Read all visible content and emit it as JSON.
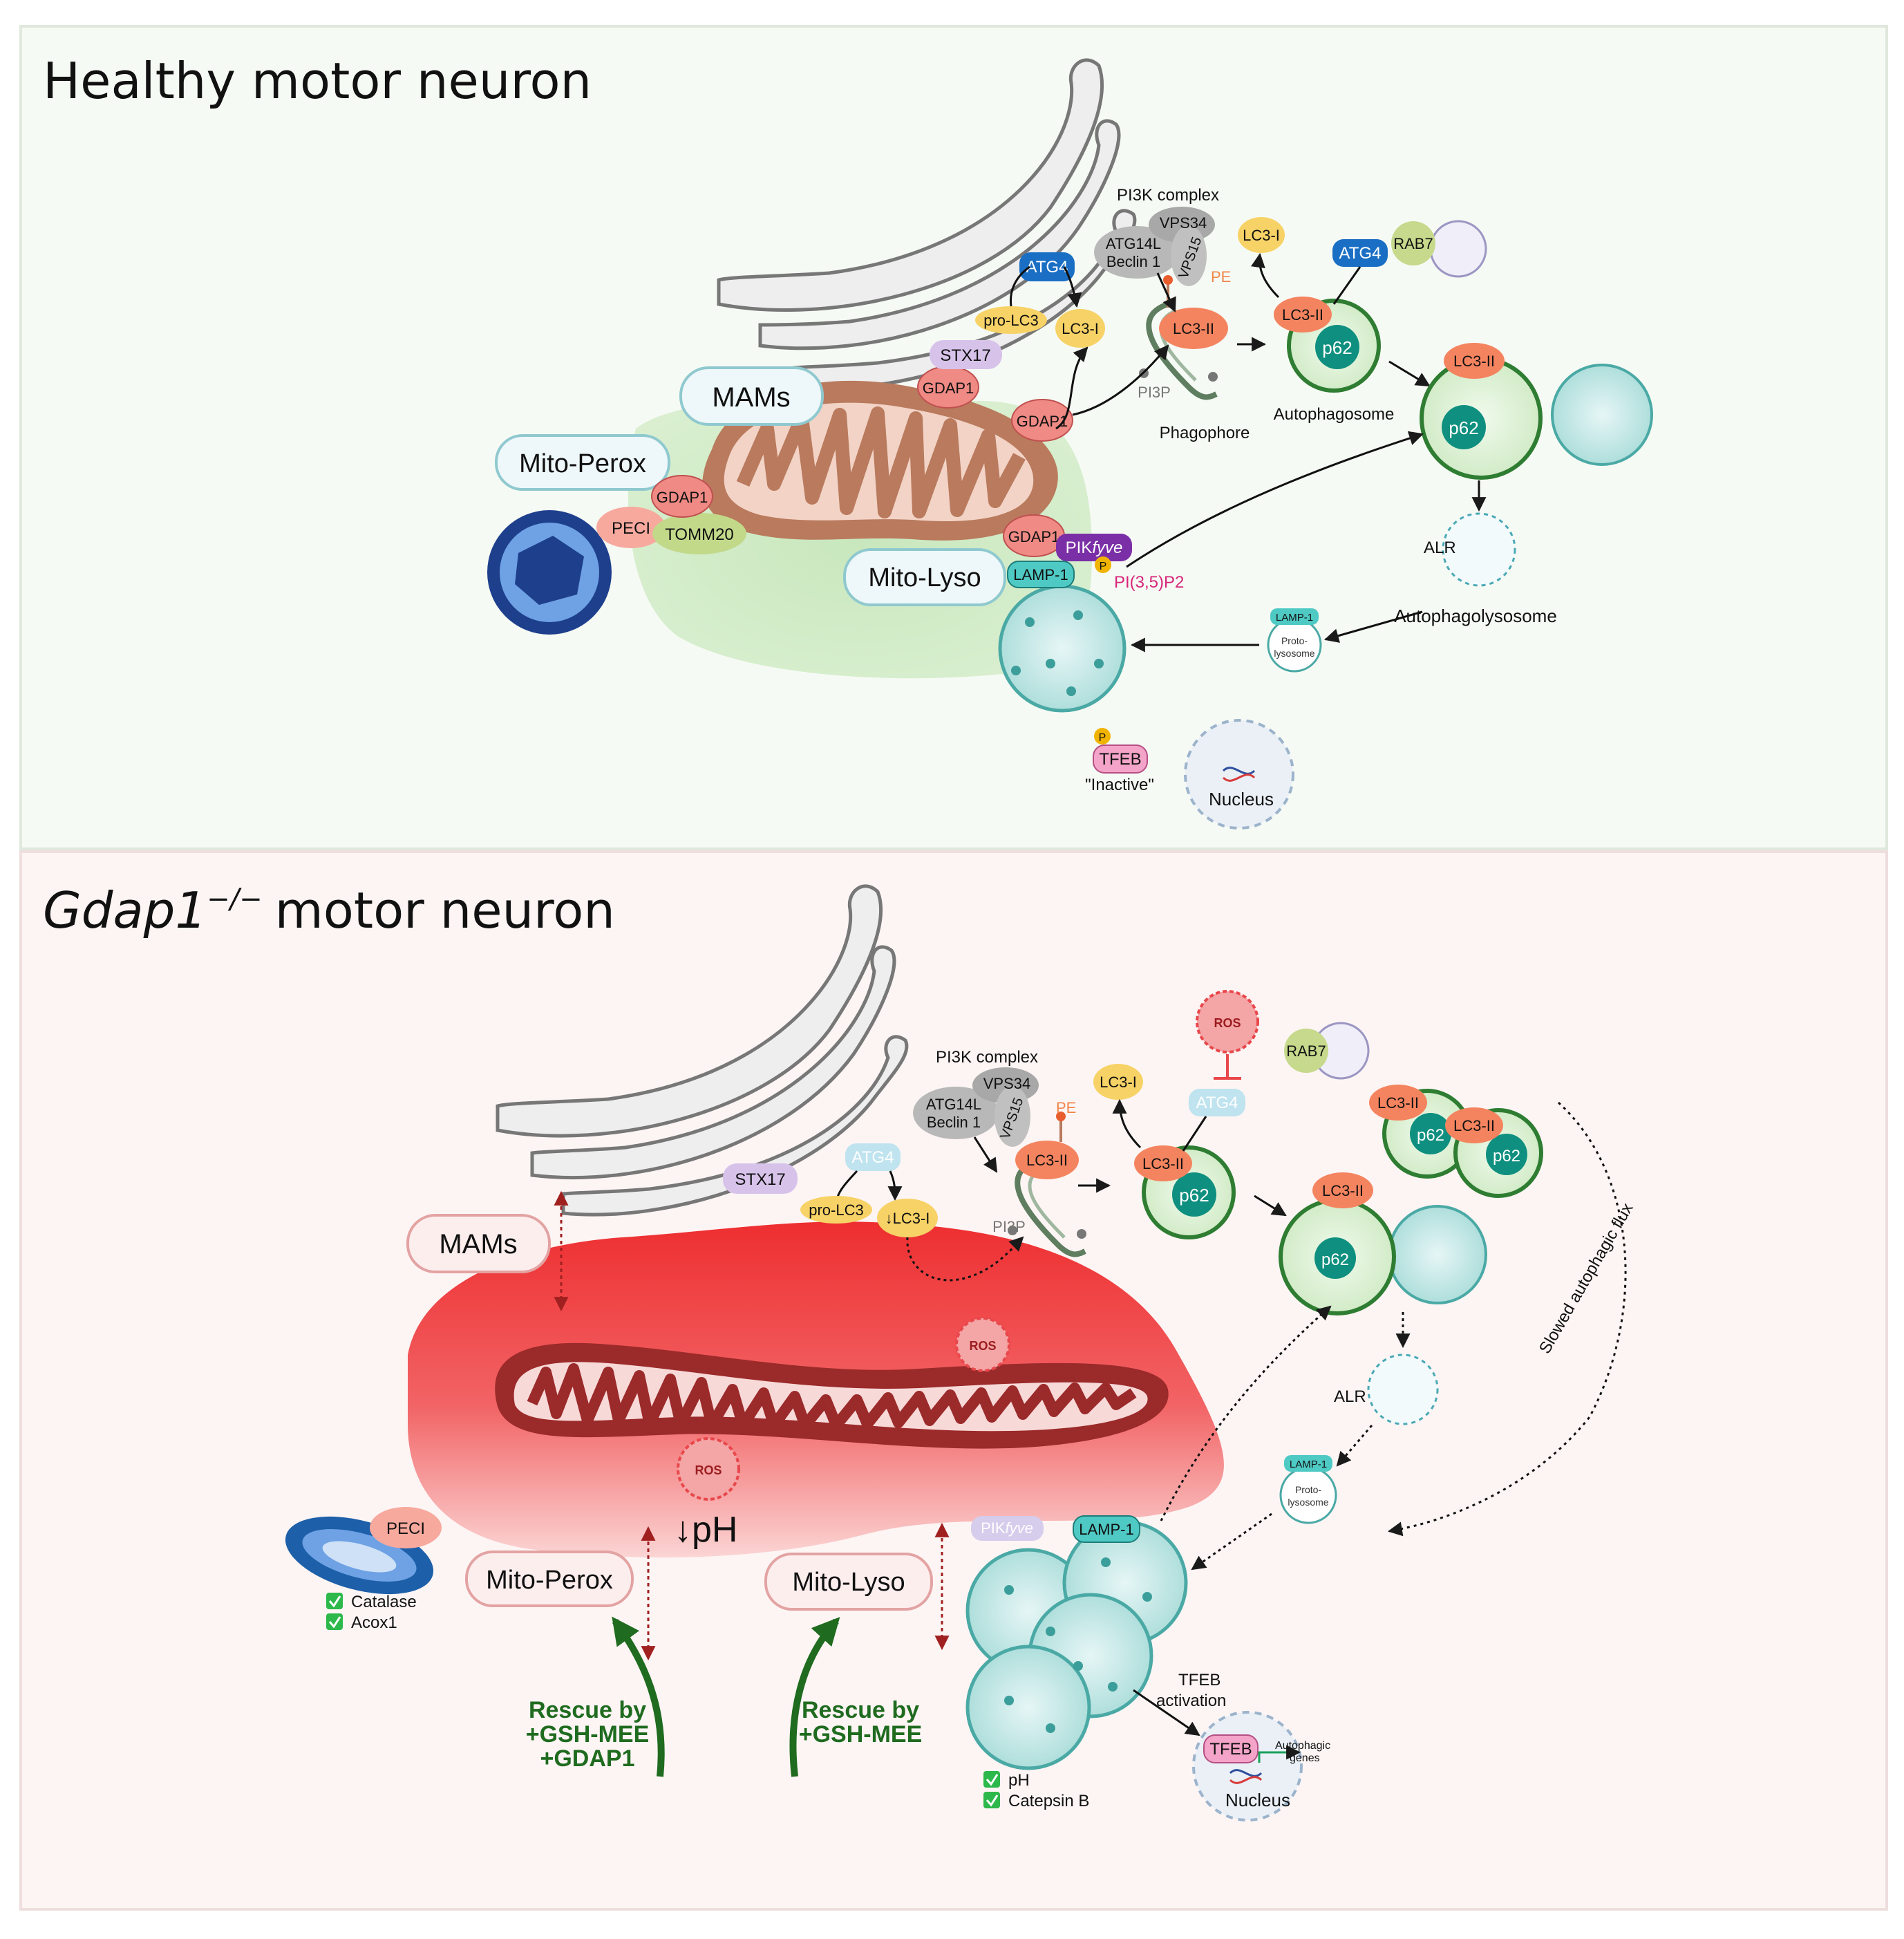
{
  "top_panel": {
    "title": "Healthy motor neuron",
    "labels": {
      "mams": "MAMs",
      "mito_perox": "Mito-Perox",
      "mito_lyso": "Mito-Lyso",
      "gdap1": "GDAP1",
      "peci": "PECI",
      "tomm20": "TOMM20",
      "stx17": "STX17",
      "atg4": "ATG4",
      "pro_lc3": "pro-LC3",
      "lc3_i": "LC3-I",
      "lc3_ii": "LC3-II",
      "pi3k_complex": "PI3K complex",
      "vps34": "VPS34",
      "atg14l": "ATG14L",
      "beclin1": "Beclin 1",
      "vps15": "VPS15",
      "pe": "PE",
      "pi3p": "PI3P",
      "phagophore": "Phagophore",
      "autophagosome": "Autophagosome",
      "p62": "p62",
      "rab7": "RAB7",
      "alr": "ALR",
      "autophagolysosome": "Autophagolysosome",
      "lamp1": "LAMP-1",
      "protolysosome_line1": "Proto-",
      "protolysosome_line2": "lysosome",
      "pikfyve_prefix": "PIK",
      "pikfyve_italic": "fyve",
      "p": "P",
      "pi35p2": "PI(3,5)P2",
      "tfeb": "TFEB",
      "inactive": "\"Inactive\"",
      "nucleus": "Nucleus"
    }
  },
  "bottom_panel": {
    "title_italic": "Gdap1",
    "title_superscript": "−/−",
    "title_rest": "motor neuron",
    "labels": {
      "mams": "MAMs",
      "mito_perox": "Mito-Perox",
      "mito_lyso": "Mito-Lyso",
      "peci": "PECI",
      "catalase": "Catalase",
      "acox1": "Acox1",
      "ros": "ROS",
      "ph_arrow": "↓pH",
      "stx17": "STX17",
      "atg4": "ATG4",
      "pro_lc3": "pro-LC3",
      "lc3_i_down": "↓LC3-I",
      "lc3_i": "LC3-I",
      "lc3_ii": "LC3-II",
      "pi3k_complex": "PI3K complex",
      "vps34": "VPS34",
      "atg14l": "ATG14L",
      "beclin1": "Beclin 1",
      "vps15": "VPS15",
      "pe": "PE",
      "pi3p": "PI3P",
      "p62": "p62",
      "rab7": "RAB7",
      "alr": "ALR",
      "lamp1": "LAMP-1",
      "protolysosome_line1": "Proto-",
      "protolysosome_line2": "lysosome",
      "pikfyve_prefix": "PIK",
      "pikfyve_italic": "fyve",
      "slowed_flux": "Slowed autophagic flux",
      "tfeb_activation_line1": "TFEB",
      "tfeb_activation_line2": "activation",
      "tfeb": "TFEB",
      "autophagic_genes_line1": "Autophagic",
      "autophagic_genes_line2": "genes",
      "nucleus": "Nucleus",
      "ph": "pH",
      "catepsin_b": "Catepsin B",
      "rescue1_line1": "Rescue by",
      "rescue1_line2": "+GSH-MEE",
      "rescue1_line3": "+GDAP1",
      "rescue2_line1": "Rescue by",
      "rescue2_line2": "+GSH-MEE"
    }
  },
  "colors": {
    "top_bg": "#f6faf4",
    "bottom_bg": "#fdf5f4",
    "gdap1": "#ef8a84",
    "lc3ii": "#f4845f",
    "lc3i": "#f7d266",
    "atg4": "#1a6fc4",
    "atg4_faded": "#bfe3ef",
    "stx17": "#d7c3ea",
    "pikfyve": "#7b2fa7",
    "lamp1": "#4fc9c4",
    "rescue_green": "#1f6b1f",
    "ros_red": "#e8474b"
  }
}
